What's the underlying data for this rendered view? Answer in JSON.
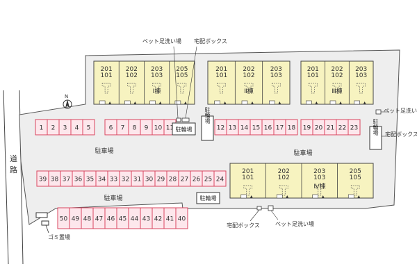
{
  "colors": {
    "lot": "#eeeeee",
    "lot_border": "#555555",
    "building": "#f7f3c0",
    "building_border": "#444444",
    "parking": "#fde7ec",
    "parking_border": "#d9455f",
    "text": "#333333"
  },
  "labels": {
    "road": "道路",
    "parking_center": "駐車場",
    "parking_right": "駐車場",
    "parking_lower": "駐車場",
    "bicycle_1": "駐輪場",
    "bicycle_2": "駐輪場",
    "bicycle_3": "駐輪場",
    "bicycle_4": "駐輪場",
    "trash": "ゴミ置場",
    "pet_wash_top": "ペット足洗い場",
    "delivery_box_top": "宅配ボックス",
    "pet_wash_right": "ペット足洗い場",
    "delivery_box_right": "宅配ボックス",
    "delivery_box_bottom": "宅配ボックス",
    "pet_wash_bottom": "ペット足洗い場",
    "north": "N"
  },
  "buildings": [
    {
      "name": "Ⅰ棟",
      "units": [
        {
          "upper": "201",
          "lower": "101"
        },
        {
          "upper": "202",
          "lower": "102"
        },
        {
          "upper": "203",
          "lower": "103"
        },
        {
          "upper": "205",
          "lower": "105"
        }
      ]
    },
    {
      "name": "Ⅱ棟",
      "units": [
        {
          "upper": "201",
          "lower": "101"
        },
        {
          "upper": "202",
          "lower": "102"
        },
        {
          "upper": "203",
          "lower": "103"
        }
      ]
    },
    {
      "name": "Ⅲ棟",
      "units": [
        {
          "upper": "201",
          "lower": "101"
        },
        {
          "upper": "202",
          "lower": "102"
        },
        {
          "upper": "203",
          "lower": "103"
        }
      ]
    },
    {
      "name": "Ⅳ棟",
      "units": [
        {
          "upper": "201",
          "lower": "101"
        },
        {
          "upper": "202",
          "lower": "102"
        },
        {
          "upper": "203",
          "lower": "103"
        },
        {
          "upper": "205",
          "lower": "105"
        }
      ]
    }
  ],
  "parking_rows": [
    [
      "1",
      "2",
      "3",
      "4",
      "5"
    ],
    [
      "6",
      "7",
      "8",
      "9",
      "10",
      "11"
    ],
    [
      "12",
      "13",
      "14",
      "15",
      "16",
      "17",
      "18"
    ],
    [
      "19",
      "20",
      "21",
      "22",
      "23"
    ],
    [
      "39",
      "38",
      "37",
      "36",
      "35",
      "34",
      "33",
      "32",
      "31",
      "30",
      "29",
      "28",
      "27",
      "26",
      "25",
      "24"
    ],
    [
      "50",
      "49",
      "48",
      "47",
      "46",
      "45",
      "44",
      "43",
      "42",
      "41",
      "40"
    ]
  ]
}
